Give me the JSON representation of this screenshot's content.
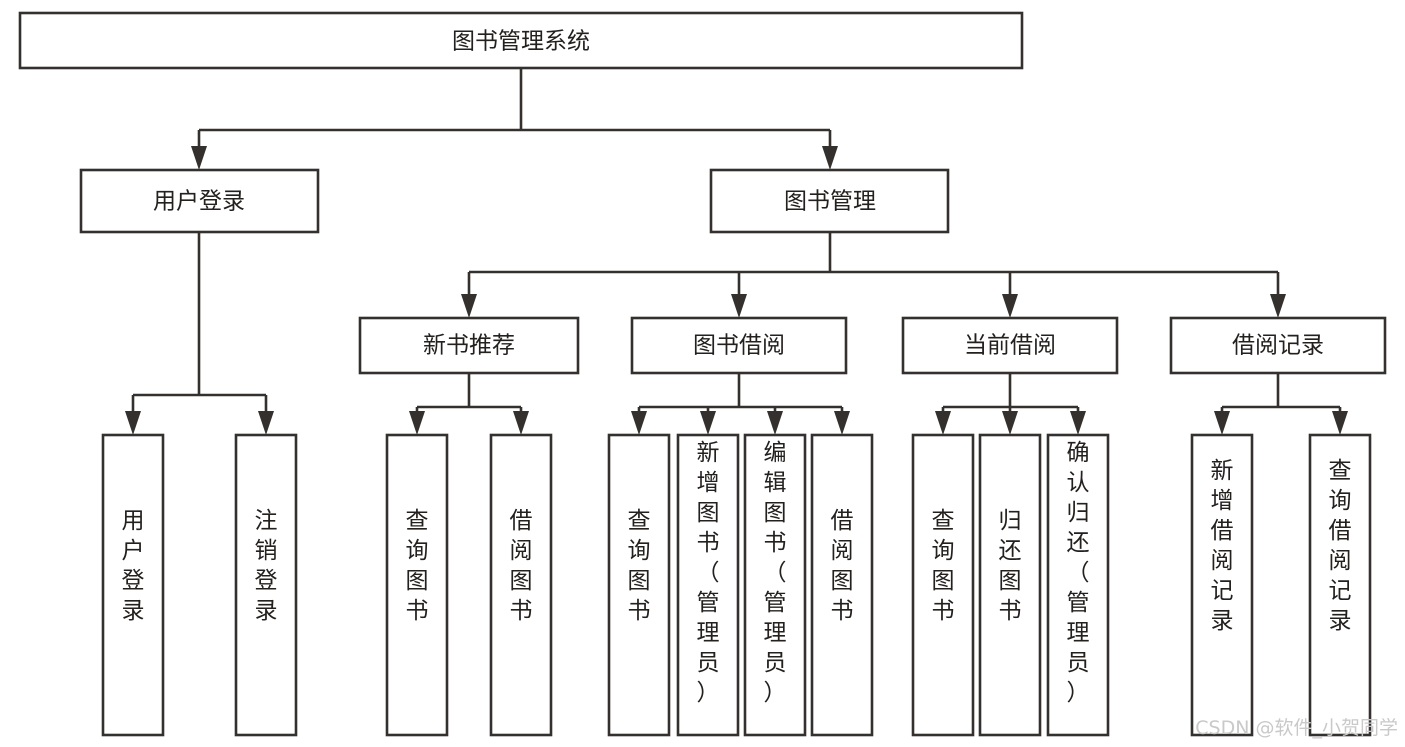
{
  "diagram": {
    "type": "tree-hierarchy",
    "title": "图书管理系统",
    "root": {
      "id": "root",
      "label": "图书管理系统",
      "level": 0
    },
    "level1": [
      {
        "id": "user-login",
        "label": "用户登录"
      },
      {
        "id": "book-manage",
        "label": "图书管理"
      }
    ],
    "level2": [
      {
        "id": "new-book-rec",
        "label": "新书推荐",
        "parent": "book-manage"
      },
      {
        "id": "book-borrow",
        "label": "图书借阅",
        "parent": "book-manage"
      },
      {
        "id": "current-borrow",
        "label": "当前借阅",
        "parent": "book-manage"
      },
      {
        "id": "borrow-record",
        "label": "借阅记录",
        "parent": "book-manage"
      }
    ],
    "leaves": [
      {
        "id": "leaf-user-login",
        "label": "用户登录",
        "parent": "user-login"
      },
      {
        "id": "leaf-logout",
        "label": "注销登录",
        "parent": "user-login"
      },
      {
        "id": "leaf-query-book-1",
        "label": "查询图书",
        "parent": "new-book-rec"
      },
      {
        "id": "leaf-borrow-book-1",
        "label": "借阅图书",
        "parent": "new-book-rec"
      },
      {
        "id": "leaf-query-book-2",
        "label": "查询图书",
        "parent": "book-borrow"
      },
      {
        "id": "leaf-add-book",
        "label": "新增图书（管理员）",
        "parent": "book-borrow"
      },
      {
        "id": "leaf-edit-book",
        "label": "编辑图书（管理员）",
        "parent": "book-borrow"
      },
      {
        "id": "leaf-borrow-book-2",
        "label": "借阅图书",
        "parent": "book-borrow"
      },
      {
        "id": "leaf-query-book-3",
        "label": "查询图书",
        "parent": "current-borrow"
      },
      {
        "id": "leaf-return-book",
        "label": "归还图书",
        "parent": "current-borrow"
      },
      {
        "id": "leaf-confirm-return",
        "label": "确认归还（管理员）",
        "parent": "current-borrow"
      },
      {
        "id": "leaf-add-record",
        "label": "新增借阅记录",
        "parent": "borrow-record"
      },
      {
        "id": "leaf-query-record",
        "label": "查询借阅记录",
        "parent": "borrow-record"
      }
    ],
    "colors": {
      "stroke": "#33302e",
      "fill": "#ffffff",
      "text": "#23201e",
      "watermark": "#c9c9c9"
    }
  },
  "watermark": {
    "text": "CSDN @软件_小贺同学"
  }
}
